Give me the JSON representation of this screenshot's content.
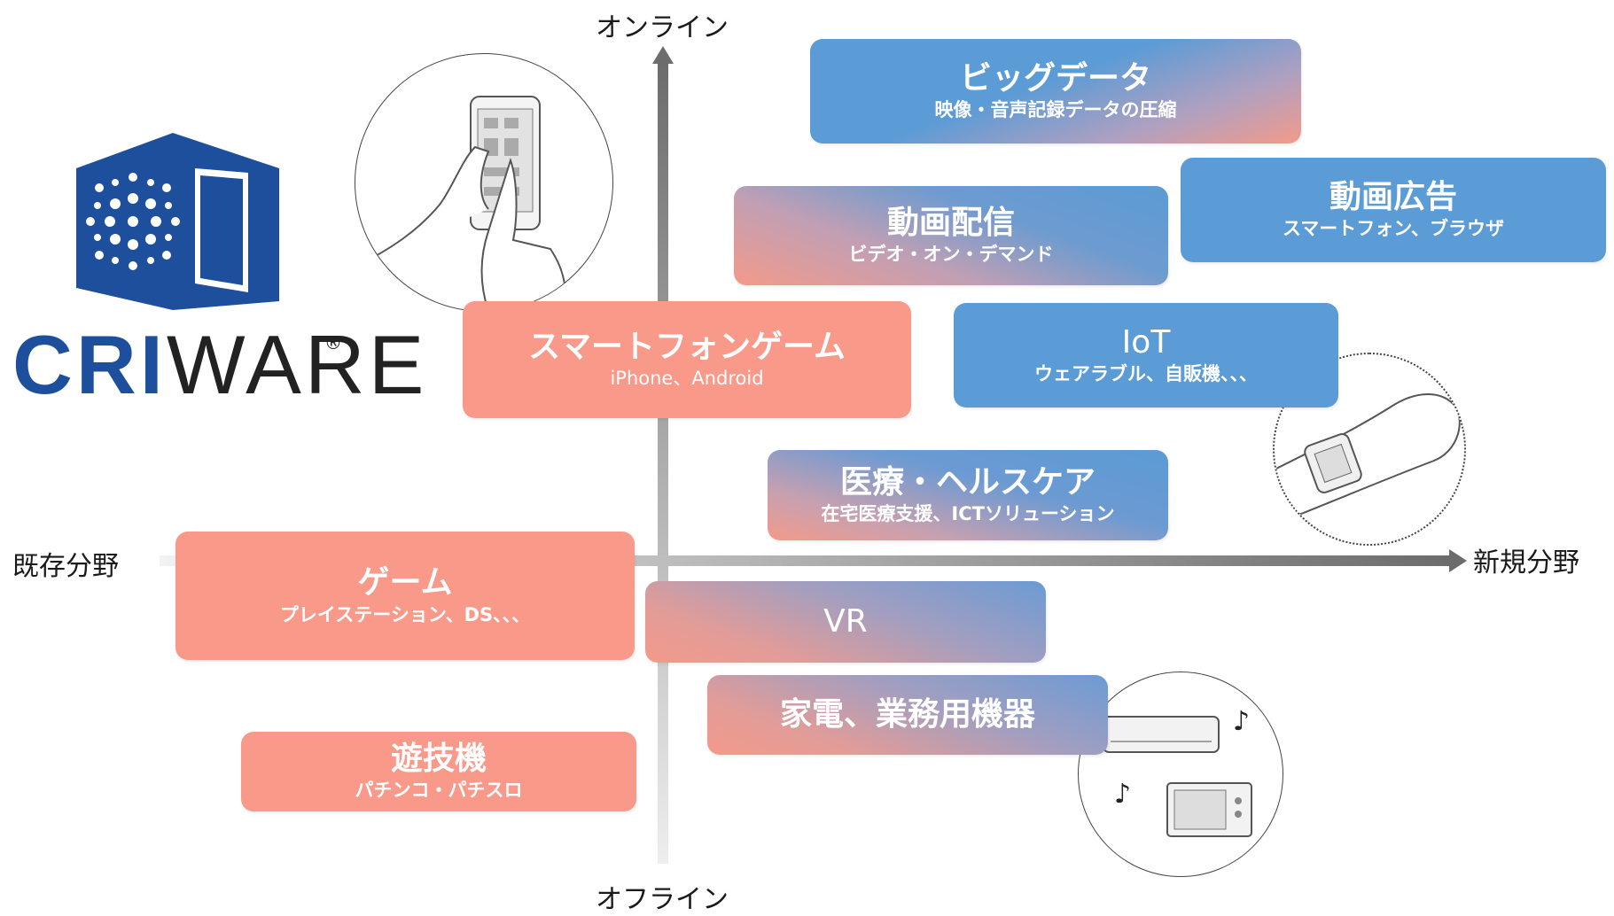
{
  "logo": {
    "cri": "CRI",
    "ware": "WARE",
    "reg": "®"
  },
  "axes": {
    "top": "オンライン",
    "bottom": "オフライン",
    "left": "既存分野",
    "right": "新規分野"
  },
  "boxes": {
    "bigdata": {
      "title": "ビッグデータ",
      "sub": "映像・音声記録データの圧縮"
    },
    "ad": {
      "title": "動画広告",
      "sub": "スマートフォン、ブラウザ"
    },
    "vod": {
      "title": "動画配信",
      "sub": "ビデオ・オン・デマンド"
    },
    "smartgame": {
      "title": "スマートフォンゲーム",
      "sub": "iPhone、Android"
    },
    "iot": {
      "title": "IoT",
      "sub": "ウェアラブル、自販機、、、"
    },
    "health": {
      "title": "医療・ヘルスケア",
      "sub": "在宅医療支援、ICTソリューション"
    },
    "game": {
      "title": "ゲーム",
      "sub": "プレイステーション、DS、、、"
    },
    "vr": {
      "title": "VR"
    },
    "appliance": {
      "title": "家電、業務用機器"
    },
    "pachinko": {
      "title": "遊技機",
      "sub": "パチンコ・パチスロ"
    }
  },
  "icons": {
    "music_note": "♪"
  },
  "colors": {
    "salmon": "#f8998a",
    "blue": "#5b9bd6",
    "logo_blue": "#1d4f9c",
    "axis_gray": "#707070"
  }
}
